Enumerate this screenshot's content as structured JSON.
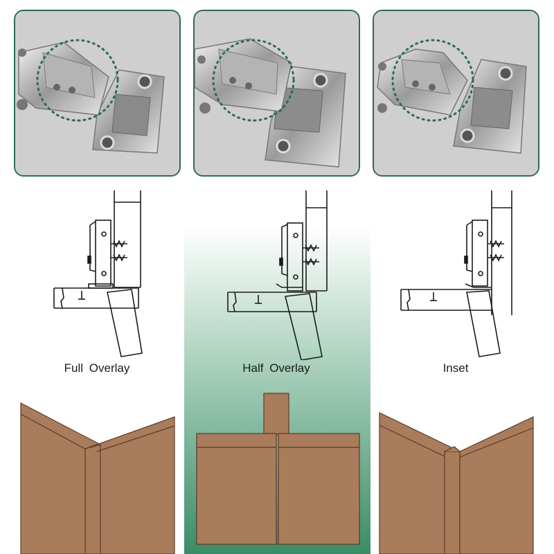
{
  "panels": [
    {
      "id": "full",
      "label": "Full  Overlay"
    },
    {
      "id": "half",
      "label": "Half  Overlay"
    },
    {
      "id": "inset",
      "label": "Inset"
    }
  ],
  "colors": {
    "frame_border": "#2e6b4f",
    "photo_bg": "#cfcfcf",
    "wood": "#a97c5c",
    "wood_line": "#5a3a24",
    "highlight_green": "#3e8e69",
    "dotted_circle": "#2e6b4f"
  }
}
